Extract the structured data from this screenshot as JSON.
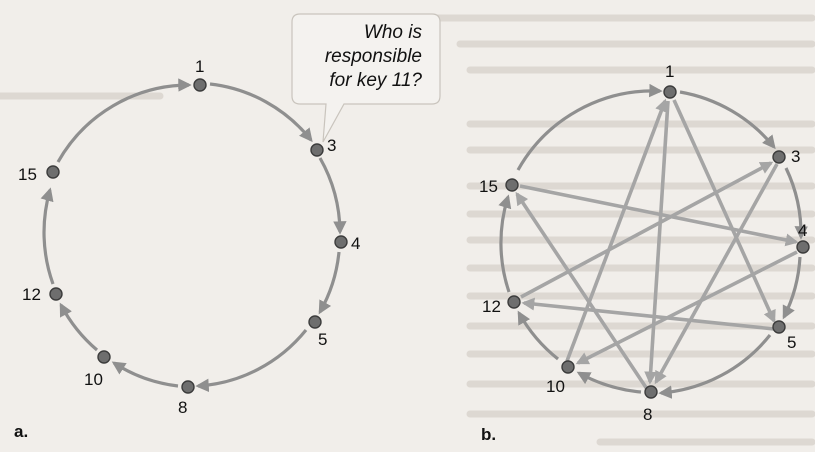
{
  "callout": {
    "line1": "Who is",
    "line2": "responsible",
    "line3": "for key 11?"
  },
  "panels": {
    "a": {
      "label": "a.",
      "nodes": [
        "1",
        "3",
        "4",
        "5",
        "8",
        "10",
        "12",
        "15"
      ]
    },
    "b": {
      "label": "b.",
      "nodes": [
        "1",
        "3",
        "4",
        "5",
        "8",
        "10",
        "12",
        "15"
      ]
    }
  },
  "colors": {
    "ring_arrow": "#8f8f8f",
    "chord_arrow": "#a5a5a5",
    "node_fill": "#6e6e6e",
    "background": "#f1eeea"
  }
}
